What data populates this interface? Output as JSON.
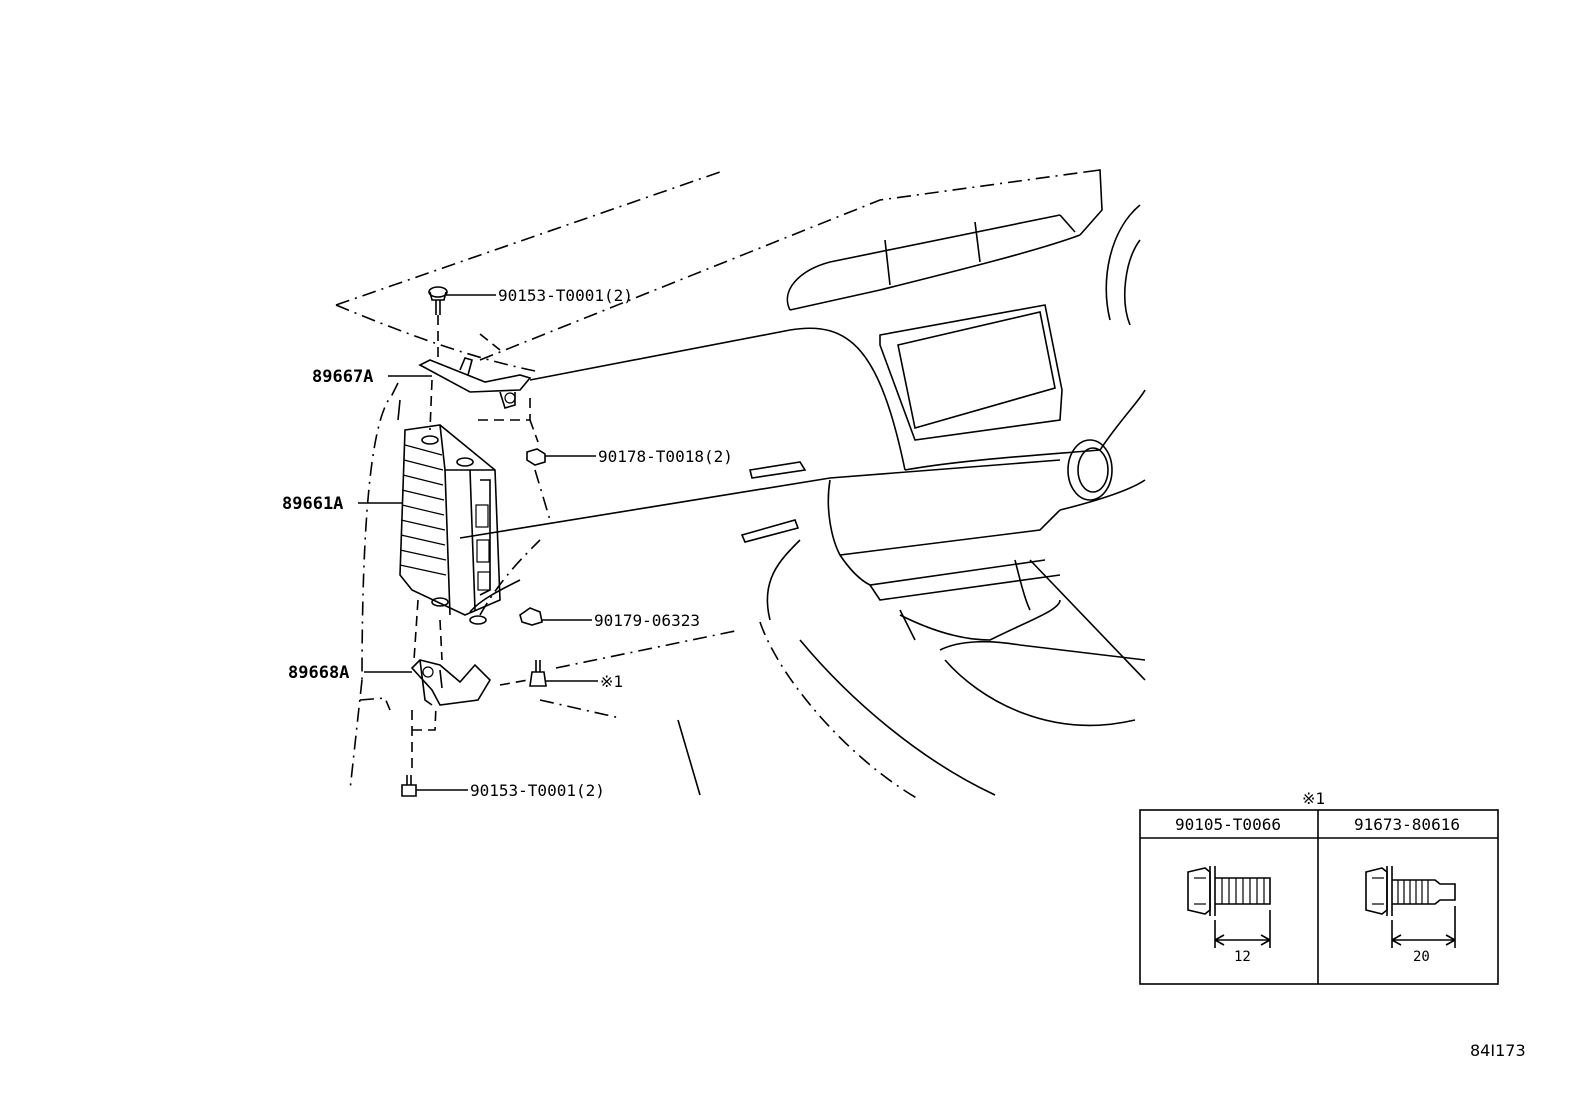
{
  "callouts": [
    {
      "id": "90153-T0001-top",
      "text": "90153-T0001(2)"
    },
    {
      "id": "89667A",
      "text": "89667A"
    },
    {
      "id": "90178-T0018",
      "text": "90178-T0018(2)"
    },
    {
      "id": "89661A",
      "text": "89661A"
    },
    {
      "id": "90179-06323",
      "text": "90179-06323"
    },
    {
      "id": "89668A",
      "text": "89668A"
    },
    {
      "id": "note1",
      "text": "※1"
    },
    {
      "id": "90153-T0001-bottom",
      "text": "90153-T0001(2)"
    }
  ],
  "inset": {
    "note": "※1",
    "columns": [
      {
        "part": "90105-T0066",
        "length": "12"
      },
      {
        "part": "91673-80616",
        "length": "20"
      }
    ]
  },
  "illustration_code": "84I173"
}
